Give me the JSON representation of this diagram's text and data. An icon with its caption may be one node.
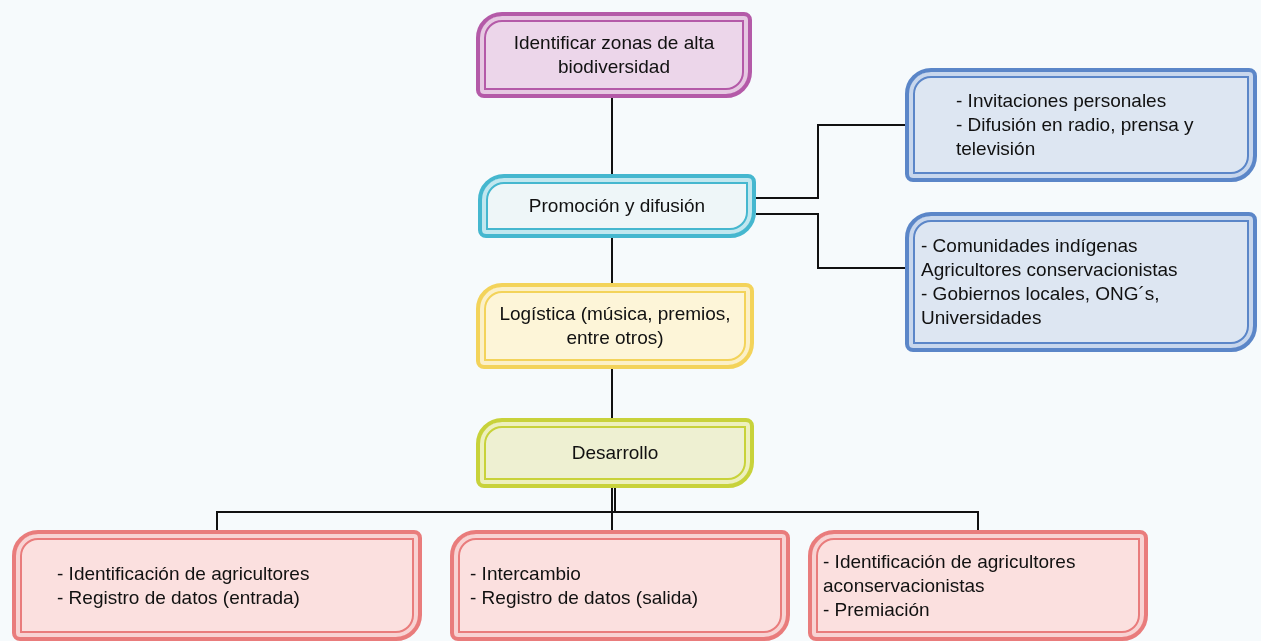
{
  "diagram": {
    "nodes": [
      {
        "text": [
          "Identificar zonas de alta biodiversidad"
        ]
      },
      {
        "text": [
          "Promoción y difusión"
        ]
      },
      {
        "text": [
          "- Invitaciones personales",
          "- Difusión en radio, prensa y televisión"
        ]
      },
      {
        "text": [
          "- Comunidades indígenas Agricultores conservacionistas",
          "- Gobiernos locales, ONG´s, Universidades"
        ]
      },
      {
        "text": [
          "Logística (música, premios, entre otros)"
        ]
      },
      {
        "text": [
          "Desarrollo"
        ]
      },
      {
        "text": [
          "- Identificación de agricultores",
          "- Registro de datos (entrada)"
        ]
      },
      {
        "text": [
          "- Intercambio",
          "- Registro de datos (salida)"
        ]
      },
      {
        "text": [
          "- Identificación de agricultores aconservacionistas",
          "- Premiación"
        ]
      }
    ],
    "edges": [
      {
        "from": 0,
        "to": 1,
        "arrow": "none"
      },
      {
        "from": 1,
        "to": 2,
        "arrow": "none"
      },
      {
        "from": 1,
        "to": 3,
        "arrow": "none"
      },
      {
        "from": 1,
        "to": 4,
        "arrow": "none"
      },
      {
        "from": 4,
        "to": 5,
        "arrow": "none"
      },
      {
        "from": 5,
        "to": 6,
        "arrow": "none"
      },
      {
        "from": 5,
        "to": 7,
        "arrow": "none"
      },
      {
        "from": 5,
        "to": 8,
        "arrow": "none"
      }
    ]
  }
}
